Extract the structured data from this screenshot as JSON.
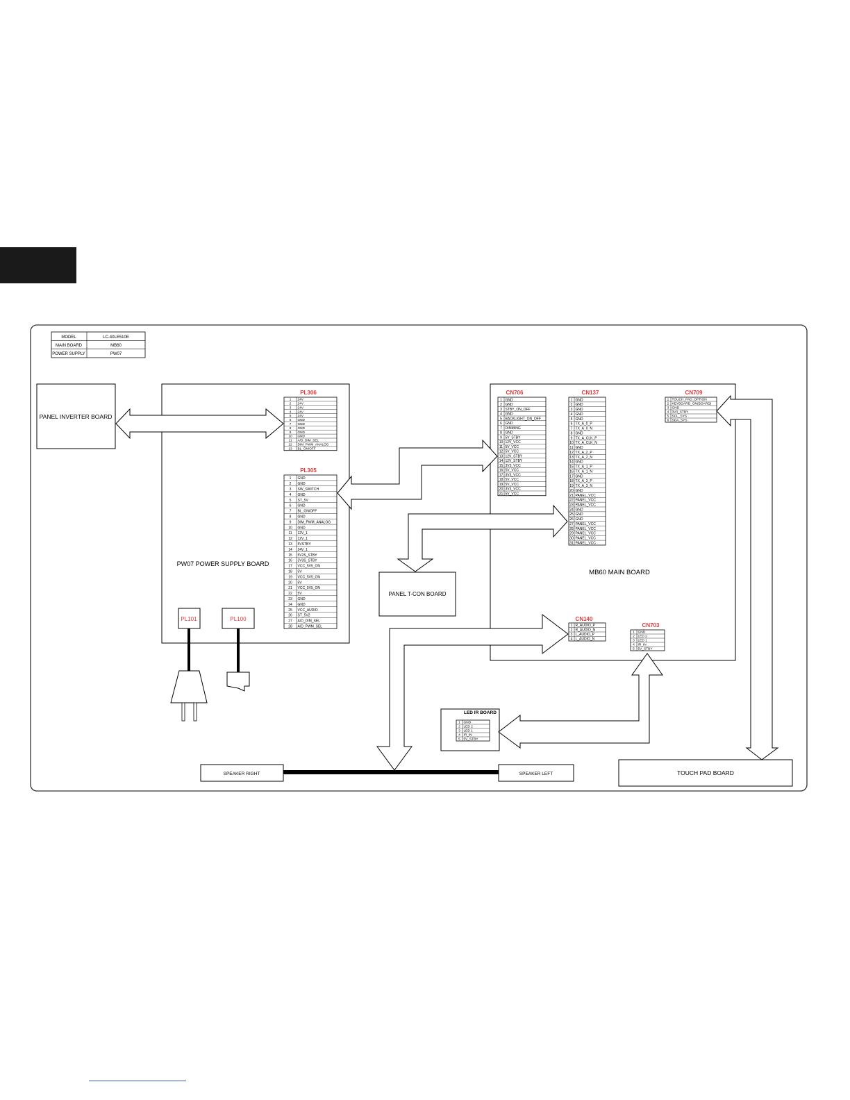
{
  "info_table": [
    {
      "key": "MODEL",
      "value": "LC-40LE510E"
    },
    {
      "key": "MAIN BOARD",
      "value": "MB60"
    },
    {
      "key": "POWER SUPPLY",
      "value": "PW07"
    }
  ],
  "boards": {
    "panel_inverter": "PANEL INVERTER BOARD",
    "power_supply": "PW07 POWER SUPPLY BOARD",
    "main": "MB60 MAIN BOARD",
    "tcon": "PANEL T-CON BOARD",
    "led_ir": "LED IR BOARD",
    "touch_pad": "TOUCH PAD BOARD",
    "speaker_right": "SPEAKER RIGHT",
    "speaker_left": "SPEAKER LEFT"
  },
  "plugs": {
    "pl101": "PL101",
    "pl100": "PL100"
  },
  "connectors": {
    "PL306": {
      "title": "PL306",
      "pins": [
        "24V",
        "24V",
        "24V",
        "24V",
        "24V",
        "GND",
        "GND",
        "GND",
        "GND",
        "GND",
        "A/D_DIM_SEL",
        "DIM_PWM_ANALOG",
        "BL_ON/OFF"
      ]
    },
    "PL305": {
      "title": "PL305",
      "pins": [
        "GND",
        "GND",
        "SW_SWITCH",
        "GND",
        "ST_5V",
        "GND",
        "BL_ON/OFF",
        "GND",
        "DIM_PWM_ANALOG",
        "GND",
        "12V_1",
        "12V_1",
        "5VSTBY",
        "24V_1",
        "5V2S_STBY",
        "3V3S_STBY",
        "VCC_5V5_ON",
        "5V",
        "VCC_5V5_ON",
        "5V",
        "VCC_5V5_ON",
        "5V",
        "GND",
        "GND",
        "VCC_AUDIO",
        "ST_5V2",
        "A/D_DIM_SEL",
        "A/D_PWM_SEL"
      ]
    },
    "CN706": {
      "title": "CN706",
      "pins": [
        "GND",
        "GND",
        "STBY_ON_OFF",
        "GND",
        "BACKLIGHT_ON_OFF",
        "GND",
        "DIMMING",
        "GND",
        "5V_STBY",
        "12V_VCC",
        "5V_VCC",
        "5V_VCC",
        "12V_STBY",
        "12V_STBY",
        "3V3_VCC",
        "5V_VCC",
        "3V3_VCC",
        "5V_VCC",
        "5V_VCC",
        "3V3_VCC",
        "5V_VCC"
      ]
    },
    "CN137": {
      "title": "CN137",
      "pins": [
        "GND",
        "GND",
        "GND",
        "GND",
        "GND",
        "TX_A_0_P",
        "TX_A_0_N",
        "GND",
        "TX_A_CLK_P",
        "TX_A_CLK_N",
        "GND",
        "TX_A_2_P",
        "TX_A_2_N",
        "GND",
        "TX_A_1_P",
        "TX_A_1_N",
        "GND",
        "TX_A_3_P",
        "TX_A_3_N",
        "GND",
        "PANEL_VCC",
        "PANEL_VCC",
        "PANEL_VCC",
        "GND",
        "GND",
        "GND",
        "PANEL_VCC",
        "PANEL_VCC",
        "PANEL_VCC",
        "PANEL_VCC",
        "PANEL_VCC"
      ]
    },
    "CN709": {
      "title": "CN709",
      "pins": [
        "TOUCH_PAD_OPTION",
        "KEYBOARD_ON(BOARD)",
        "GND",
        "3V3_STBY",
        "SCL_SYS",
        "SDA_SYS"
      ]
    },
    "CN140": {
      "title": "CN140",
      "pins": [
        "R_AUDIO_P",
        "R_AUDIO_N",
        "L_AUDIO_P",
        "L_AUDIO_N"
      ]
    },
    "CN703": {
      "title": "CN703",
      "pins": [
        "GND",
        "LED 2",
        "LED 1",
        "IR_IN",
        "5V_STBY"
      ]
    },
    "LEDIR": {
      "title": "LED IR BOARD",
      "pins": [
        "GND",
        "LED 2",
        "LED 1",
        "IR_IN",
        "5V_STBY"
      ]
    }
  },
  "colors": {
    "connector_title": "#e23a3a",
    "line": "#000000"
  }
}
